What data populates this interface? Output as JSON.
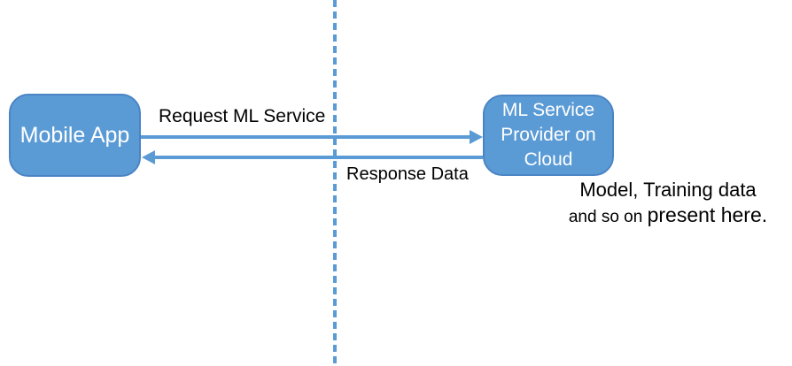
{
  "colors": {
    "canvas_bg": "#ffffff",
    "shape_blue": "#5b9bd5",
    "shape_border": "#4a84c4",
    "arrow_blue": "#5b9bd5",
    "dashed_line_blue": "#5b9bd5",
    "box_text": "#ffffff",
    "label_text": "#000000"
  },
  "boxes": {
    "mobile_app": {
      "label": "Mobile App"
    },
    "ml_service": {
      "label": "ML Service Provider on Cloud"
    }
  },
  "arrows": {
    "request": {
      "label": "Request ML Service",
      "direction": "left-to-right"
    },
    "response": {
      "label": "Response Data",
      "direction": "right-to-left"
    }
  },
  "divider": {
    "style": "vertical-dashed-line"
  },
  "note": {
    "line1": "Model, Training data",
    "line2_part1": "and so on ",
    "line2_part2": "present here."
  }
}
